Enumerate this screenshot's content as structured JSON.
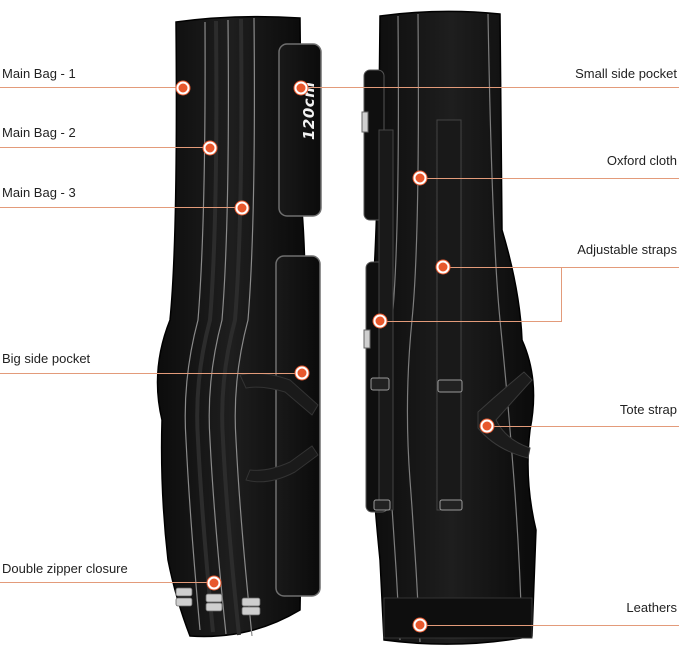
{
  "labels": {
    "main_bag_1": "Main Bag - 1",
    "main_bag_2": "Main Bag - 2",
    "main_bag_3": "Main Bag - 3",
    "big_side_pocket": "Big side pocket",
    "double_zipper_closure": "Double zipper closure",
    "small_side_pocket": "Small side pocket",
    "oxford_cloth": "Oxford cloth",
    "adjustable_straps": "Adjustable straps",
    "tote_strap": "Tote strap",
    "leathers": "Leathers"
  },
  "bag_print": "120cm",
  "colors": {
    "accent": "#e8582d",
    "leader_line": "#e39b7a",
    "bag_body": "#121212",
    "background": "#ffffff"
  }
}
